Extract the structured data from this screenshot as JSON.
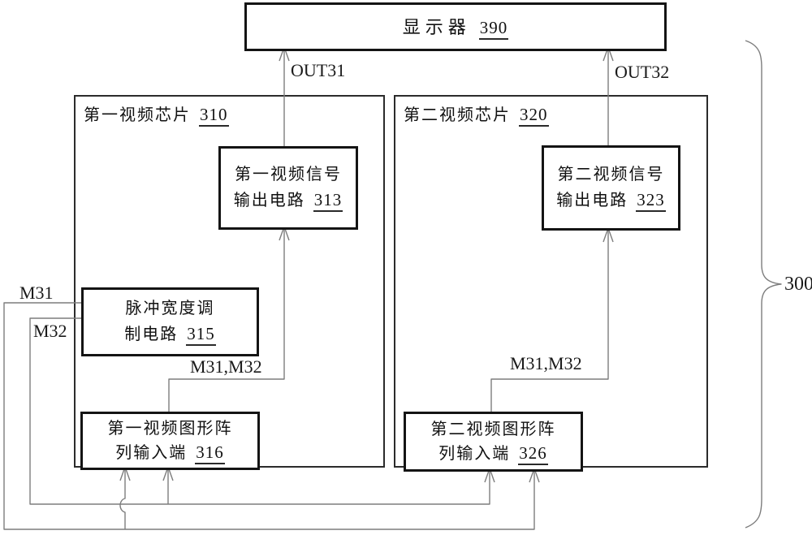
{
  "display_box": {
    "label": "显示器",
    "ref": "390"
  },
  "chip1": {
    "label": "第一视频芯片",
    "ref": "310"
  },
  "chip2": {
    "label": "第二视频芯片",
    "ref": "320"
  },
  "box313": {
    "line1": "第一视频信号",
    "line2": "输出电路",
    "ref": "313"
  },
  "box323": {
    "line1": "第二视频信号",
    "line2": "输出电路",
    "ref": "323"
  },
  "box315": {
    "line1": "脉冲宽度调",
    "line2": "制电路",
    "ref": "315"
  },
  "box316": {
    "line1": "第一视频图形阵",
    "line2": "列输入端",
    "ref": "316"
  },
  "box326": {
    "line1": "第二视频图形阵",
    "line2": "列输入端",
    "ref": "326"
  },
  "labels": {
    "out31": "OUT31",
    "out32": "OUT32",
    "m31": "M31",
    "m32": "M32",
    "m31m32_left": "M31,M32",
    "m31m32_right": "M31,M32",
    "brace": "300"
  },
  "colors": {
    "wire": "#7d7d7d",
    "box_border": "#141414",
    "chip_border": "#2b2b2b",
    "background": "#ffffff",
    "text": "#111111"
  }
}
